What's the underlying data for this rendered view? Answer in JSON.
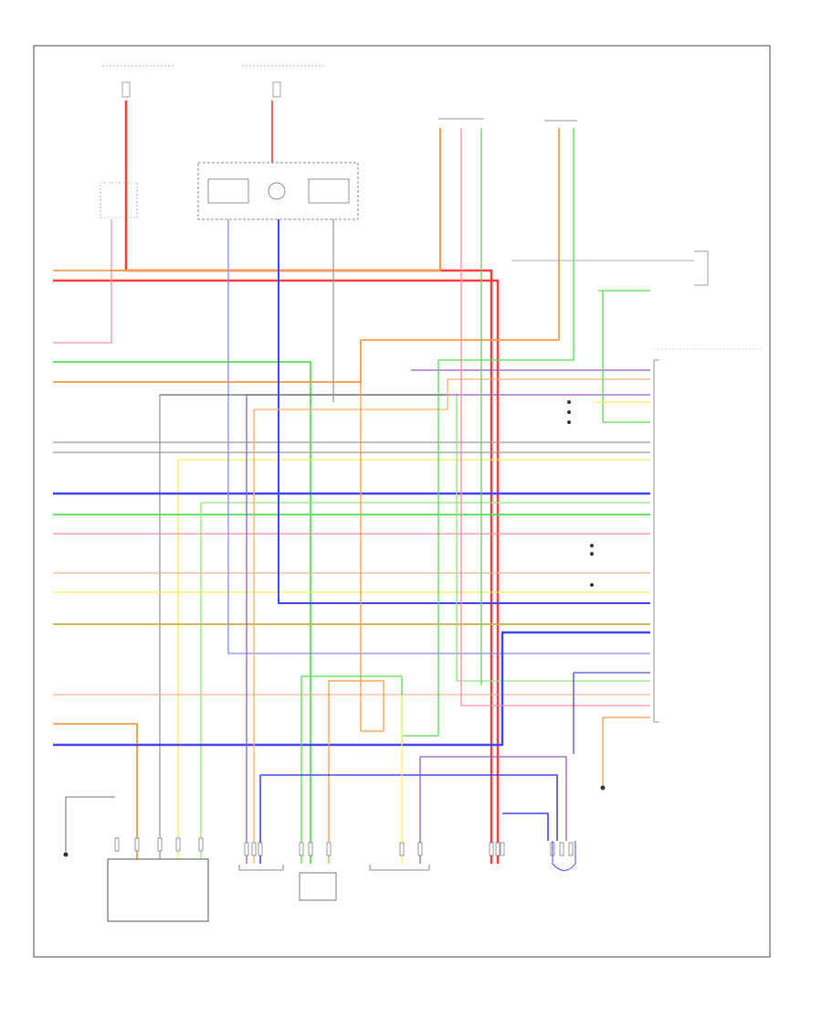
{
  "diagram": {
    "frame_label": "",
    "right_pin_labels": [],
    "components": [
      {
        "id": "gcm",
        "label": ""
      },
      {
        "id": "ecm",
        "label": ""
      },
      {
        "id": "hvac",
        "label": ""
      },
      {
        "id": "yaw_rate",
        "label": ""
      },
      {
        "id": "steering",
        "label": ""
      },
      {
        "id": "rear_sensor",
        "label": ""
      },
      {
        "id": "abs_module",
        "label": ""
      },
      {
        "id": "wheel_sensor",
        "label": ""
      }
    ],
    "wire_colors": {
      "red": "#ff3b3b",
      "pink": "#ff8ca0",
      "orange": "#ff9a40",
      "light_orange": "#ffb070",
      "green": "#55dd55",
      "light_green": "#88ee77",
      "blue": "#4444ee",
      "light_blue": "#8888ff",
      "yellow": "#ffee55",
      "olive": "#c8b040",
      "gray": "#9a9a9a",
      "dark_gray": "#666666",
      "purple": "#9a5abf",
      "salmon": "#f5b090"
    }
  }
}
